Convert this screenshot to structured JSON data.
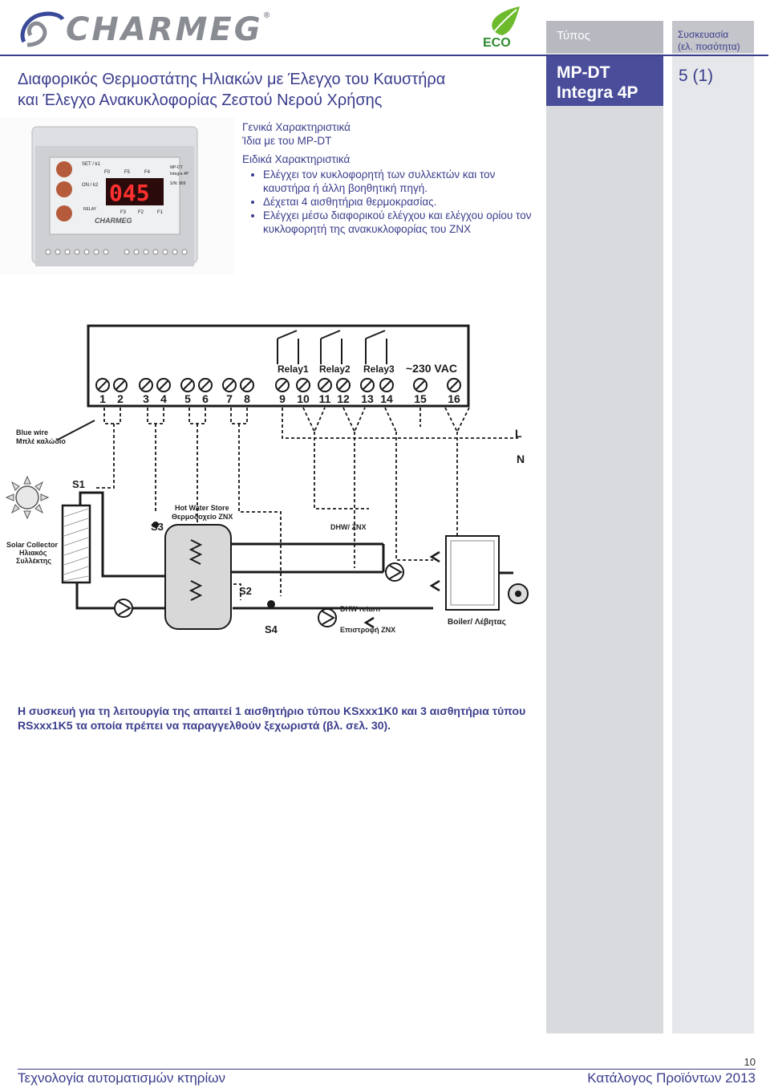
{
  "brand": {
    "name": "CHARMEG",
    "reg": "®",
    "eco": "ECO"
  },
  "header": {
    "type_label": "Τύπος",
    "pack_label_1": "Συσκευασία",
    "pack_label_2": "(ελ. ποσότητα)",
    "model_line1": "MP-DT",
    "model_line2": "Integra 4P",
    "quantity": "5 (1)"
  },
  "title": {
    "line1": "Διαφορικός Θερμοστάτης Ηλιακών με Έλεγχο του Καυστήρα",
    "line2": "και Έλεγχο Ανακυκλοφορίας Ζεστού Νερού Χρήσης"
  },
  "features": {
    "general_heading": "Γενικά Χαρακτηριστικά",
    "general_text": "Ίδια με του MP-DT",
    "special_heading": "Ειδικά Χαρακτηριστικά",
    "bullets": [
      "Ελέγχει τον κυκλοφορητή των συλλεκτών και τον καυστήρα ή άλλη βοηθητική πηγή.",
      "Δέχεται 4 αισθητήρια θερμοκρασίας.",
      "Ελέγχει μέσω διαφορικού ελέγχου και ελέγχου ορίου τον κυκλοφορητή της ανακυκλοφορίας του ΖΝΧ"
    ]
  },
  "device": {
    "display": "045",
    "set": "SET / k1",
    "on": "ON / k2",
    "relay": "RELAY",
    "f0": "F0",
    "f5": "F5",
    "f4": "F4",
    "f3": "F3",
    "f2": "F2",
    "f1": "F1",
    "model_tag": "MP-DT",
    "model_tag2": "Integra 4P",
    "sn": "S/N: 869"
  },
  "diagram": {
    "relays": [
      "Relay1",
      "Relay2",
      "Relay3"
    ],
    "vac": "~230 VAC",
    "terminals": [
      "1",
      "2",
      "3",
      "4",
      "5",
      "6",
      "7",
      "8",
      "9",
      "10",
      "11",
      "12",
      "13",
      "14",
      "15",
      "16"
    ],
    "blue_wire_1": "Blue wire",
    "blue_wire_2": "Μπλέ καλώδιο",
    "L": "L",
    "N": "N",
    "s1": "S1",
    "s2": "S2",
    "s3": "S3",
    "s4": "S4",
    "store_1": "Hot Water Store",
    "store_2": "Θερμοδοχείο ΖΝΧ",
    "dhw": "DHW/ ZNX",
    "dhw_return": "DHW return",
    "return_gr": "Επιστροφή ΖΝΧ",
    "boiler": "Boiler/ Λέβητας",
    "solar_1": "Solar Collector",
    "solar_2": "Ηλιακός",
    "solar_3": "Συλλέκτης"
  },
  "note": "Η συσκευή για τη λειτουργία της απαιτεί 1 αισθητήριο τύπου KSxxx1K0 και 3 αισθητήρια τύπου RSxxx1K5 τα οποία πρέπει να παραγγελθούν ξεχωριστά (βλ. σελ. 30).",
  "footer": {
    "left": "Τεχνολογία αυτοματισμών κτηρίων",
    "right": "Κατάλογος Προϊόντων 2013",
    "page": "10"
  }
}
